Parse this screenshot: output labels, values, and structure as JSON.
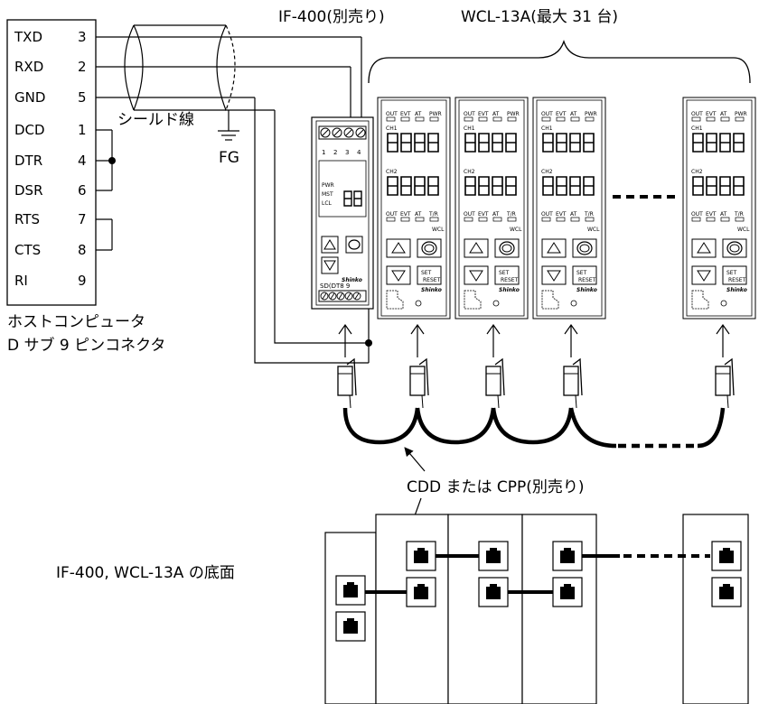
{
  "host": {
    "signals": [
      "TXD",
      "RXD",
      "GND",
      "DCD",
      "DTR",
      "DSR",
      "RTS",
      "CTS",
      "RI"
    ],
    "pins": [
      "3",
      "2",
      "5",
      "1",
      "4",
      "6",
      "7",
      "8",
      "9"
    ],
    "caption_line1": "ホストコンピュータ",
    "caption_line2": "D サブ 9 ピンコネクタ"
  },
  "labels": {
    "if400_title": "IF-400(別売り)",
    "wcl_title": "WCL-13A(最大 31 台)",
    "shield": "シールド線",
    "fg": "FG",
    "cable": "CDD または CPP(別売り)",
    "bottom_view": "IF-400, WCL-13A の底面"
  },
  "if400": {
    "terminal_top": [
      "1",
      "2",
      "3",
      "4"
    ],
    "terminal_bottom": "SD(DT8 9",
    "leds": [
      "PWR",
      "MST",
      "LCL"
    ],
    "brand": "Shinko"
  },
  "wcl": {
    "top_leds": [
      "OUT",
      "EVT",
      "AT",
      "PWR"
    ],
    "bottom_leds": [
      "OUT",
      "EVT",
      "AT",
      "T/R"
    ],
    "ch1": "CH1",
    "ch2": "CH2",
    "model": "WCL",
    "set": "SET",
    "reset": "RESET",
    "brand": "Shinko"
  }
}
